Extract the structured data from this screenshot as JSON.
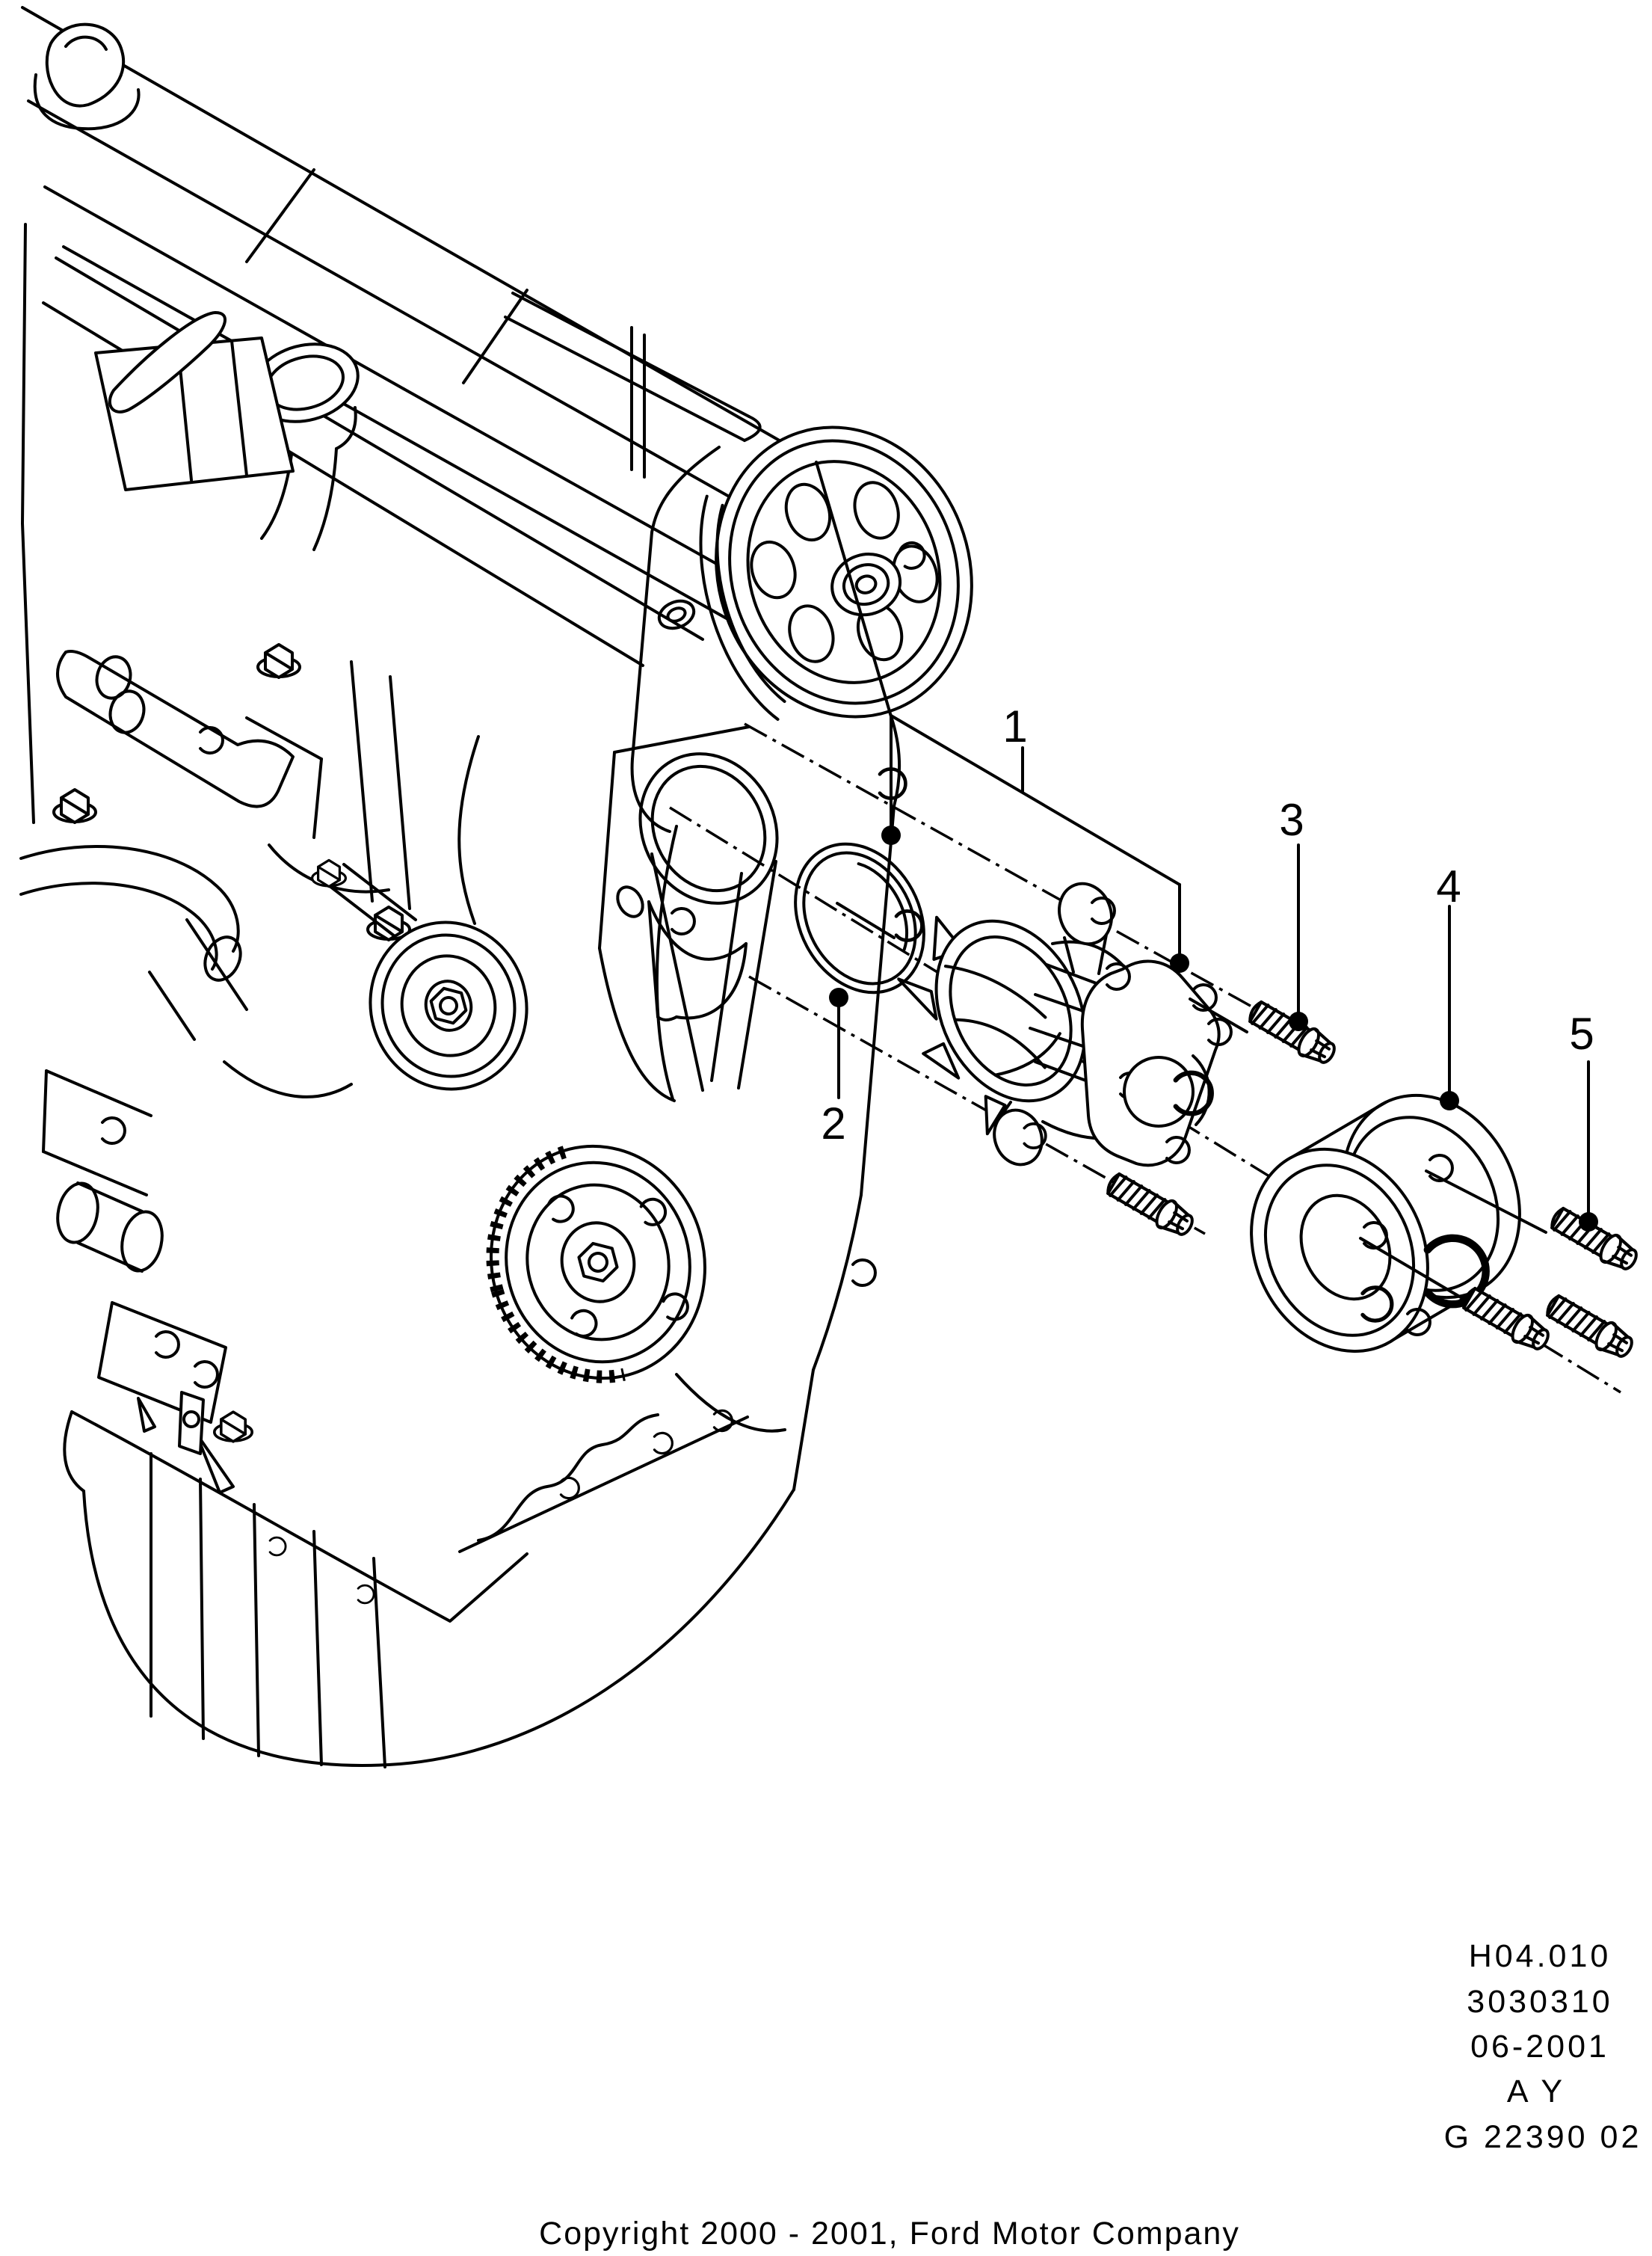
{
  "page": {
    "background_color": "#ffffff",
    "line_color": "#000000",
    "kind": "exploded parts diagram"
  },
  "diagram": {
    "callouts": [
      {
        "number": "1"
      },
      {
        "number": "2"
      },
      {
        "number": "3"
      },
      {
        "number": "4"
      },
      {
        "number": "5"
      }
    ],
    "info_block": {
      "lines": [
        "H04.010",
        "3030310",
        "06-2001",
        "A Y",
        "G 22390 02"
      ]
    },
    "footer": {
      "copyright": "Copyright 2000 - 2001, Ford Motor Company"
    }
  }
}
